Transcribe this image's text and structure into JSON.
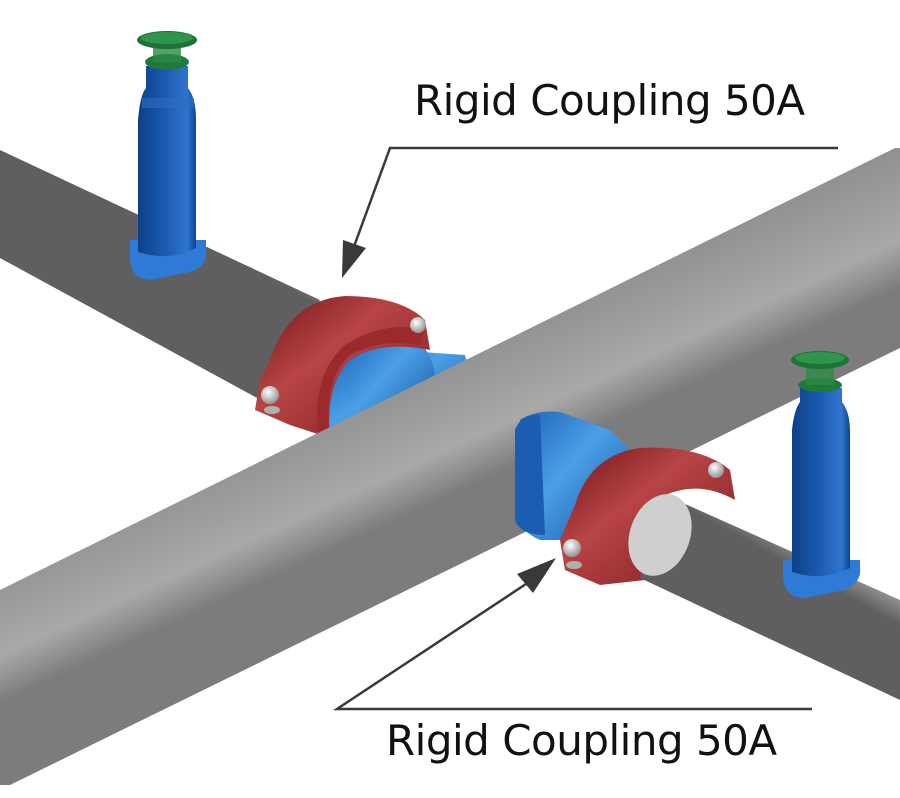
{
  "diagram": {
    "subject": "Fire sprinkler piping assembly with rigid couplings",
    "callouts": [
      {
        "id": "top",
        "label": "Rigid Coupling 50A",
        "points_to": "upper-left coupling"
      },
      {
        "id": "bottom",
        "label": "Rigid Coupling 50A",
        "points_to": "lower-right coupling"
      }
    ],
    "components": [
      {
        "name": "main pipe",
        "color": "#9a9a9a"
      },
      {
        "name": "branch pipe",
        "color": "#c8c8c8"
      },
      {
        "name": "rigid coupling",
        "color": "#8e2224"
      },
      {
        "name": "reducing tee outlet",
        "color": "#2a72c9"
      },
      {
        "name": "sprinkler drop",
        "color": "#1553a3"
      },
      {
        "name": "sprinkler head",
        "color": "#1f7a3a"
      }
    ],
    "colors": {
      "leader_line": "#3a3838",
      "text": "#111111",
      "background": "#ffffff"
    }
  }
}
